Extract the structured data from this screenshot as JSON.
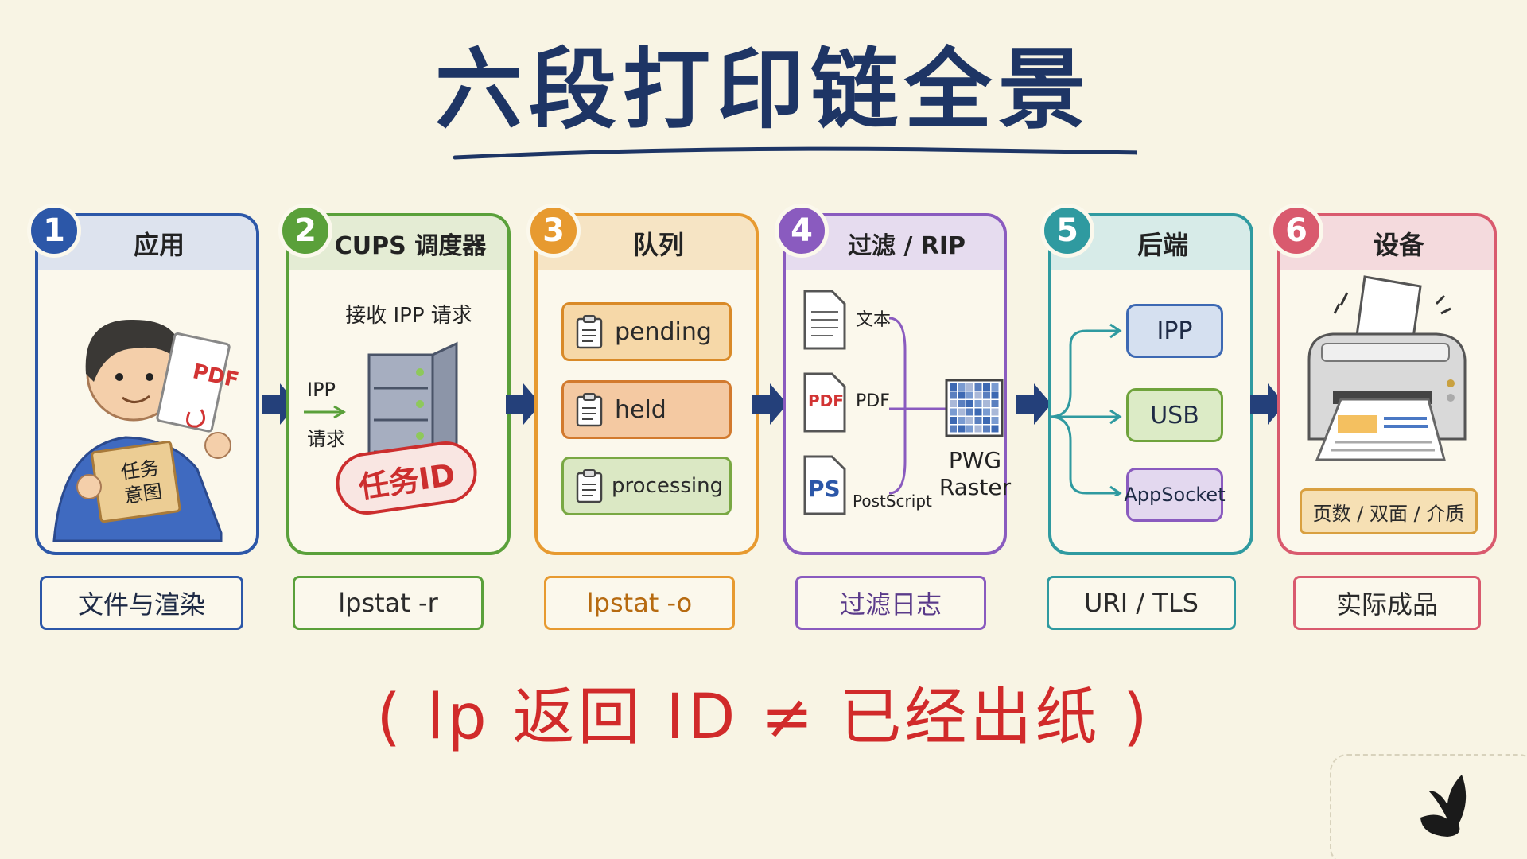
{
  "title": "六段打印链全景",
  "stages": [
    {
      "num": "1",
      "title": "应用",
      "color": "#2c57a8",
      "head_bg": "#dde3ee",
      "doc_label": "PDF",
      "card_text": "任务意图",
      "sub": "文件与渲染"
    },
    {
      "num": "2",
      "title": "CUPS 调度器",
      "color": "#5aa03a",
      "head_bg": "#e4ecd4",
      "caption": "接收 IPP 请求",
      "in_label_1": "IPP",
      "in_label_2": "请求",
      "stamp": "任务ID",
      "sub": "lpstat -r"
    },
    {
      "num": "3",
      "title": "队列",
      "color": "#e79a30",
      "head_bg": "#f6e4c4",
      "queue": [
        {
          "label": "pending",
          "bg": "#f6d8a8",
          "border": "#d98a28"
        },
        {
          "label": "held",
          "bg": "#f4c9a2",
          "border": "#d27a2e"
        },
        {
          "label": "processing",
          "bg": "#dbe8c4",
          "border": "#79a843"
        }
      ],
      "sub": "lpstat -o"
    },
    {
      "num": "4",
      "title": "过滤 / RIP",
      "color": "#8a5bbf",
      "head_bg": "#e6dcef",
      "inputs": [
        "文本",
        "PDF",
        "PostScript"
      ],
      "doc_pdf": "PDF",
      "doc_ps": "PS",
      "output_1": "PWG",
      "output_2": "Raster",
      "sub": "过滤日志"
    },
    {
      "num": "5",
      "title": "后端",
      "color": "#2f9aa0",
      "head_bg": "#d7ebe8",
      "backends": [
        {
          "label": "IPP",
          "bg": "#d5e0f0",
          "border": "#3d69b3"
        },
        {
          "label": "USB",
          "bg": "#dcebc6",
          "border": "#6fa33c"
        },
        {
          "label": "AppSocket",
          "bg": "#e3d8ef",
          "border": "#8a5bbf"
        }
      ],
      "sub": "URI / TLS"
    },
    {
      "num": "6",
      "title": "设备",
      "color": "#d95a6e",
      "head_bg": "#f4dadd",
      "bottom_label": "页数 / 双面 / 介质",
      "sub": "实际成品"
    }
  ],
  "footer": "( lp 返回 ID ≠ 已经出纸 )"
}
